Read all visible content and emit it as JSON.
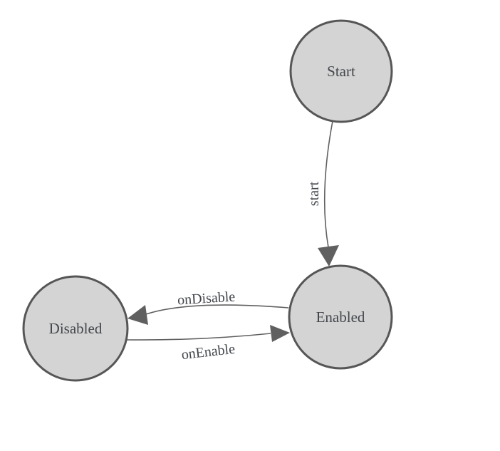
{
  "diagram": {
    "type": "state-machine",
    "background_color": "#ffffff",
    "node_fill_color": "#d4d4d4",
    "node_border_color": "#565656",
    "edge_color": "#606060",
    "text_color": "#43474c",
    "nodes": [
      {
        "id": "start",
        "label": "Start"
      },
      {
        "id": "enabled",
        "label": "Enabled"
      },
      {
        "id": "disabled",
        "label": "Disabled"
      }
    ],
    "edges": [
      {
        "from": "Start",
        "to": "Enabled",
        "label": "start"
      },
      {
        "from": "Enabled",
        "to": "Disabled",
        "label": "onDisable"
      },
      {
        "from": "Disabled",
        "to": "Enabled",
        "label": "onEnable"
      }
    ]
  }
}
